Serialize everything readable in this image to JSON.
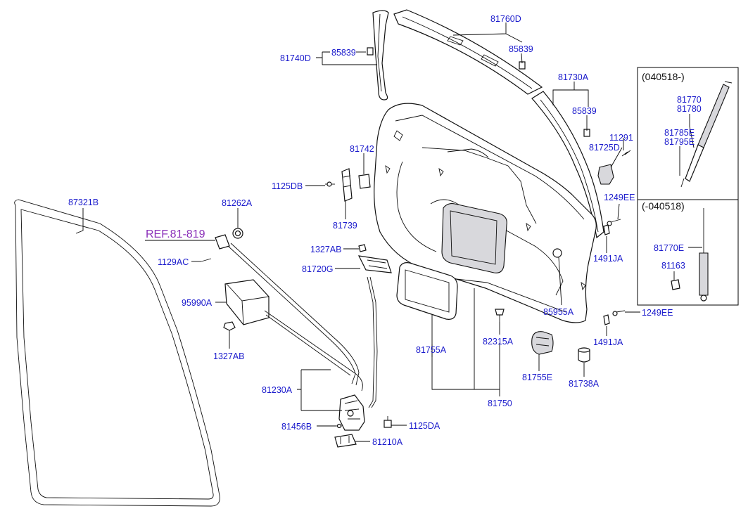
{
  "labels": {
    "l_81760D": "81760D",
    "l_85839_top": "85839",
    "l_81740D": "81740D",
    "l_85839_left": "85839",
    "l_81730A": "81730A",
    "l_85839_mid": "85839",
    "l_11291": "11291",
    "l_81725D": "81725D",
    "l_81742": "81742",
    "l_1125DB": "1125DB",
    "l_81739": "81739",
    "l_87321B": "87321B",
    "l_81262A": "81262A",
    "l_ref": "REF.81-819",
    "l_1129AC": "1129AC",
    "l_1327AB_top": "1327AB",
    "l_81720G": "81720G",
    "l_95990A": "95990A",
    "l_1327AB_bot": "1327AB",
    "l_1249EE_top": "1249EE",
    "l_1491JA_top": "1491JA",
    "l_85955A": "85955A",
    "l_1249EE_bot": "1249EE",
    "l_1491JA_bot": "1491JA",
    "l_82315A": "82315A",
    "l_81755A": "81755A",
    "l_81755E": "81755E",
    "l_81738A": "81738A",
    "l_81750": "81750",
    "l_81230A": "81230A",
    "l_81456B": "81456B",
    "l_1125DA": "1125DA",
    "l_81210A": "81210A"
  },
  "inset_new": {
    "title": "(040518-)",
    "l_81770": "81770",
    "l_81780": "81780",
    "l_81785E": "81785E",
    "l_81795E": "81795E"
  },
  "inset_old": {
    "title": "(-040518)",
    "l_81770E": "81770E",
    "l_81163": "81163"
  },
  "colors": {
    "label": "#1a1acc",
    "reference": "#8a2fb8",
    "line": "#000000"
  }
}
